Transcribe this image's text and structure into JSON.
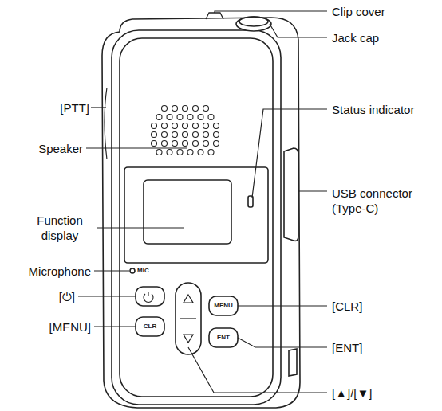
{
  "diagram": {
    "labels": [
      "Clip cover",
      "Jack cap",
      "[PTT]",
      "Status indicator",
      "Speaker",
      "USB connector (Type-C)",
      "Function display",
      "Microphone",
      "[⏻]",
      "[MENU]",
      "[CLR]",
      "[ENT]",
      "[▲]/[▼]",
      "MIC",
      "MENU",
      "CLR",
      "ENT"
    ]
  }
}
